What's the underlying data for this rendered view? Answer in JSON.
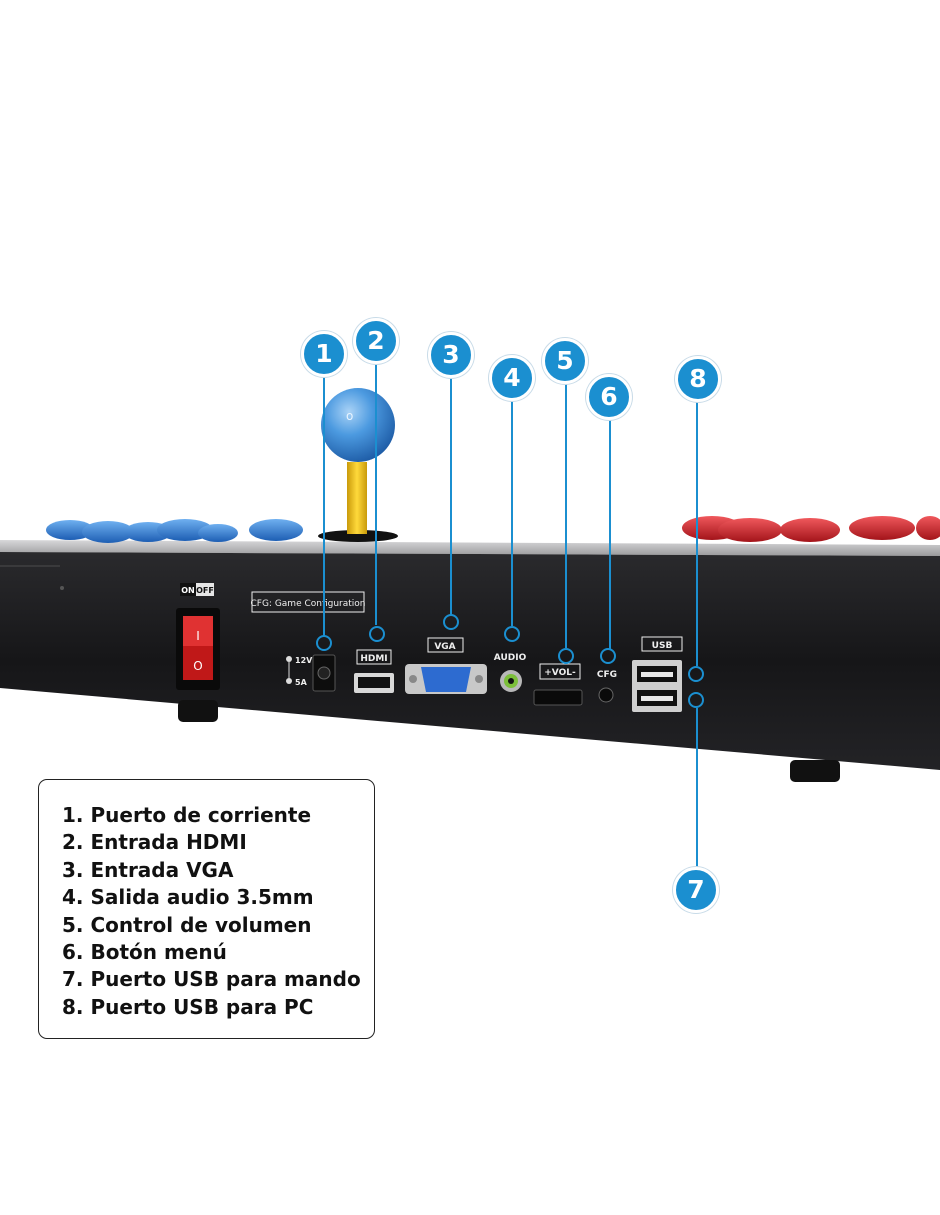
{
  "panel": {
    "switch_label_on": "ON",
    "switch_label_off": "OFF",
    "switch_mark_on": "I",
    "switch_mark_off": "O",
    "cfg_note": "CFG: Game Configuration",
    "power_spec_v": "12V",
    "power_spec_a": "5A",
    "hdmi": "HDMI",
    "vga": "VGA",
    "audio": "AUDIO",
    "vol": "+VOL-",
    "cfg": "CFG",
    "usb": "USB"
  },
  "callouts": [
    "1",
    "2",
    "3",
    "4",
    "5",
    "6",
    "7",
    "8"
  ],
  "legend": {
    "items": [
      "1. Puerto de corriente",
      "2. Entrada HDMI",
      "3. Entrada VGA",
      "4. Salida audio 3.5mm",
      "5. Control de volumen",
      "6. Botón menú",
      "7. Puerto USB para mando",
      "8. Puerto USB para PC"
    ]
  },
  "colors": {
    "callout": "#1b8fd0",
    "case": "#1a1a1c",
    "top_plate": "#b8b8ba",
    "player1_buttons": "#2e7fd6",
    "player2_buttons": "#d21f25",
    "joystick_ball": "#4c9ae0",
    "joystick_shaft": "#f2c51e",
    "power_switch": "#c01818",
    "vga_port": "#2d6bd0"
  }
}
